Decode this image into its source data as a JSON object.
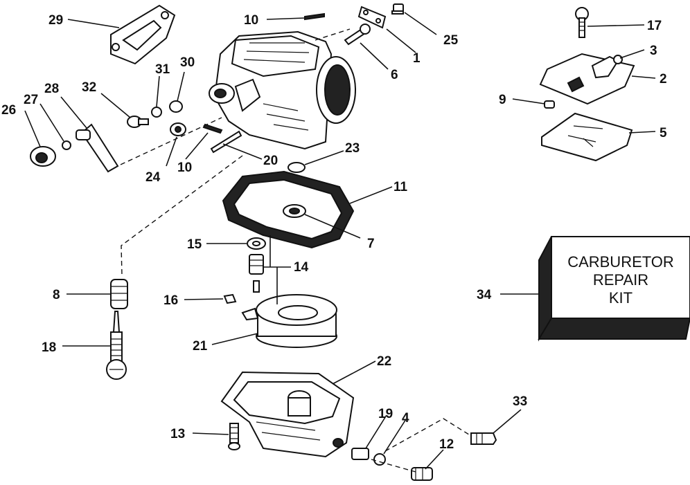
{
  "callouts": {
    "c1": "1",
    "c2": "2",
    "c3": "3",
    "c4": "4",
    "c5": "5",
    "c6": "6",
    "c7": "7",
    "c8": "8",
    "c9": "9",
    "c10a": "10",
    "c10b": "10",
    "c11": "11",
    "c12": "12",
    "c13": "13",
    "c14": "14",
    "c15": "15",
    "c16": "16",
    "c17": "17",
    "c18": "18",
    "c19": "19",
    "c20": "20",
    "c21": "21",
    "c22": "22",
    "c23": "23",
    "c24": "24",
    "c25": "25",
    "c26": "26",
    "c27": "27",
    "c28": "28",
    "c29": "29",
    "c30": "30",
    "c31": "31",
    "c32": "32",
    "c33": "33",
    "c34": "34"
  },
  "repair_kit": {
    "line1": "CARBURETOR",
    "line2": "REPAIR",
    "line3": "KIT"
  }
}
